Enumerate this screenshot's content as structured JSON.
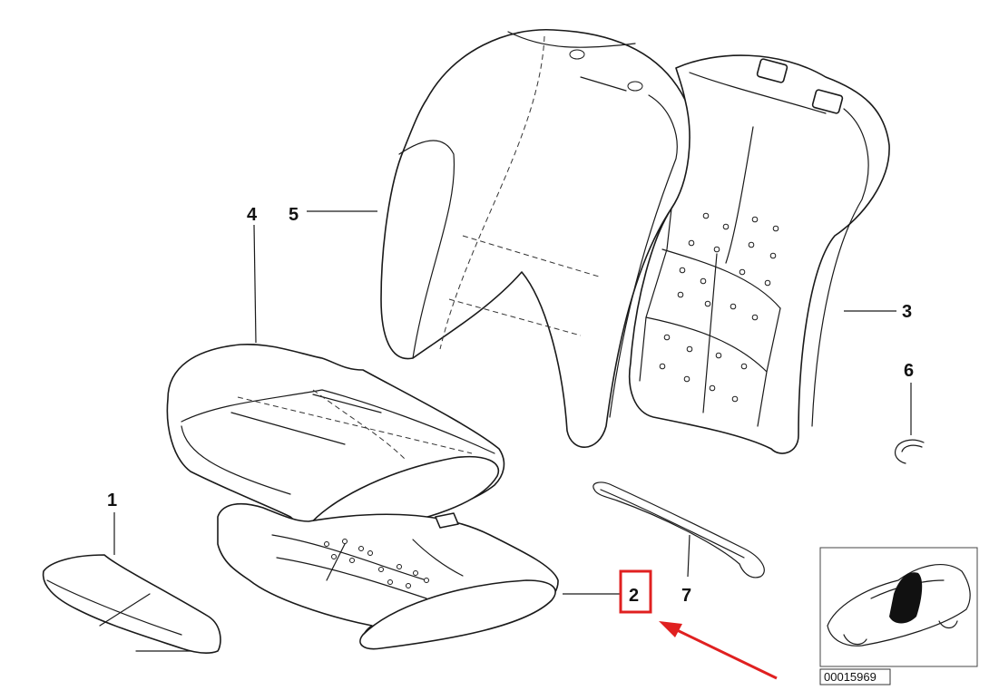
{
  "callouts": {
    "p1": "1",
    "p2": "2",
    "p3": "3",
    "p4": "4",
    "p5": "5",
    "p6": "6",
    "p7": "7"
  },
  "reference_number": "00015969",
  "colors": {
    "highlight": "#e02020",
    "ink": "#1a1a1a",
    "car_seat_fill": "#111111"
  }
}
